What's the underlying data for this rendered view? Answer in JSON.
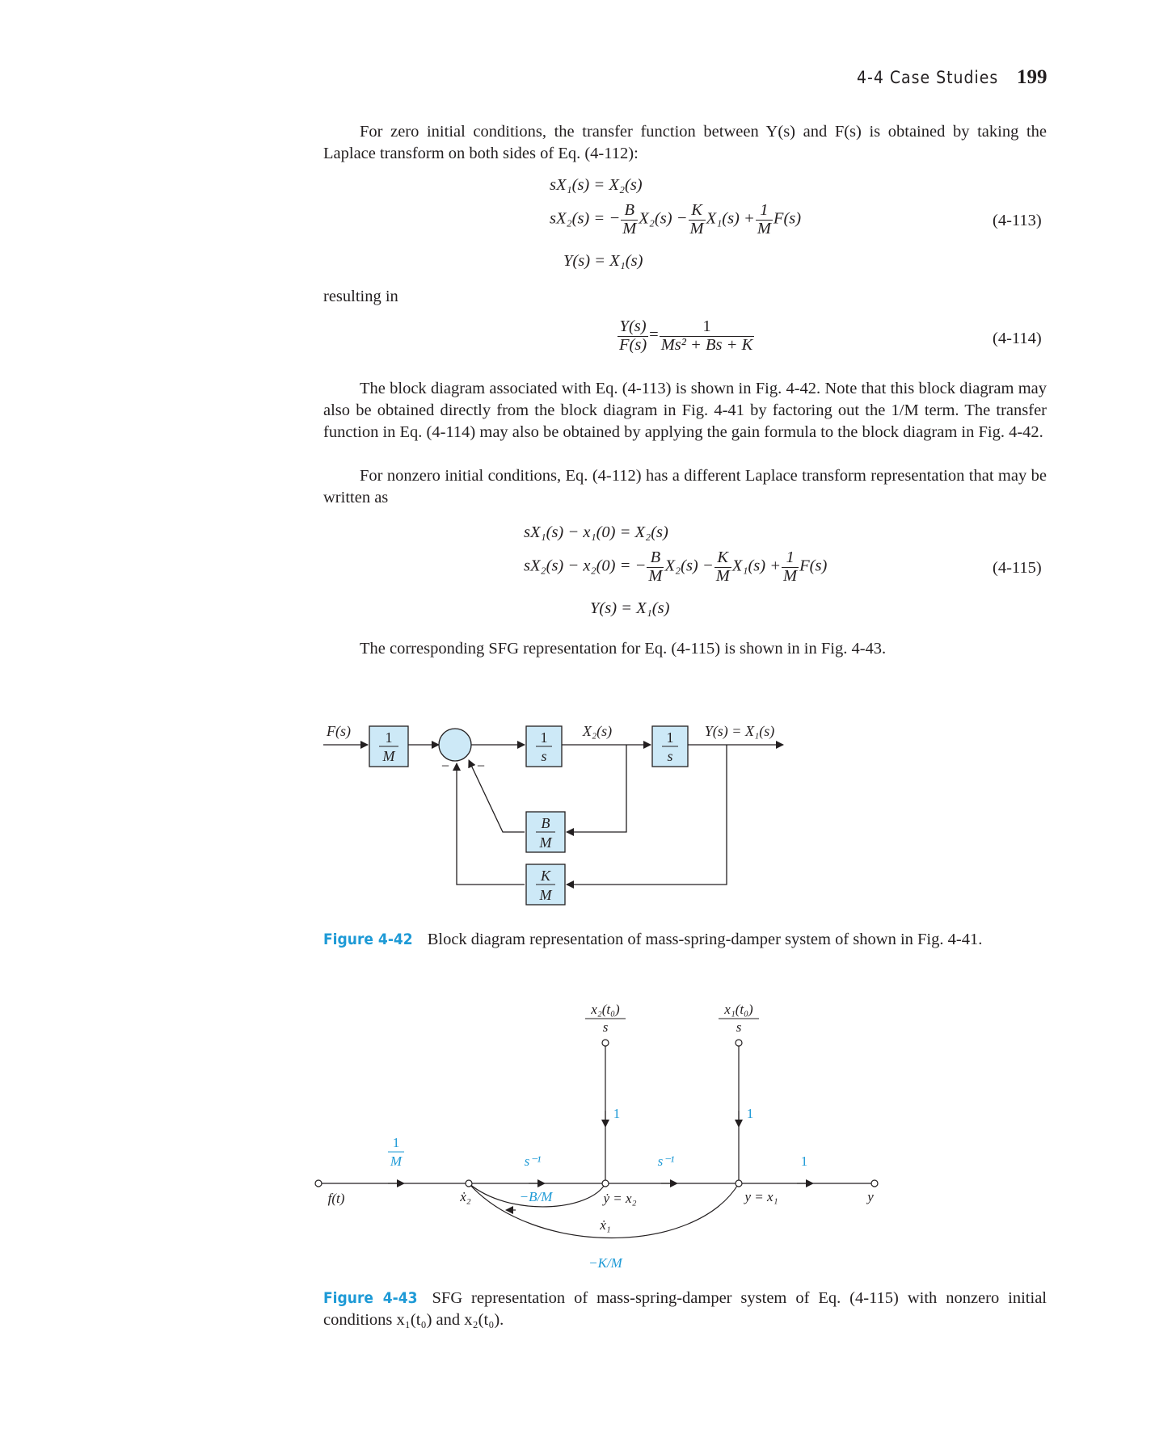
{
  "header": {
    "section": "4-4 Case Studies",
    "page_number": "199"
  },
  "para1": "For zero initial conditions, the transfer function between Y(s) and F(s) is obtained by taking the Laplace transform on both sides of Eq. (4-112):",
  "eq113": {
    "line1": "sX₁(s) = X₂(s)",
    "line2_lhs": "sX₂(s) = −",
    "B": "B",
    "M": "M",
    "K": "K",
    "one": "1",
    "t_x2": "X₂(s) −",
    "t_x1": "X₁(s) +",
    "t_f": "F(s)",
    "line3": "Y(s) = X₁(s)",
    "number": "(4-113)"
  },
  "resulting_in": "resulting in",
  "eq114": {
    "num": "Y(s)",
    "den": "F(s)",
    "eq": "=",
    "rnum": "1",
    "rden": "Ms² + Bs + K",
    "number": "(4-114)"
  },
  "para2": "The block diagram associated with Eq. (4-113) is shown in Fig. 4-42. Note that this block diagram may also be obtained directly from the block diagram in Fig. 4-41 by factoring out the 1/M term. The transfer function in Eq. (4-114) may also be obtained by applying the gain formula to the block diagram in Fig. 4-42.",
  "para3": "For nonzero initial conditions, Eq. (4-112) has a different Laplace transform representation that may be written as",
  "eq115": {
    "line1": "sX₁(s) − x₁(0) = X₂(s)",
    "line2_lhs": "sX₂(s) − x₂(0) = −",
    "line3": "Y(s) = X₁(s)",
    "number": "(4-115)"
  },
  "para4": "The corresponding SFG representation for Eq. (4-115) is shown in in Fig. 4-43.",
  "fig42": {
    "input": "F(s)",
    "gain_num": "1",
    "gain_den": "M",
    "int_num": "1",
    "int_den": "s",
    "x2": "X₂(s)",
    "output": "Y(s) = X₁(s)",
    "b_num": "B",
    "b_den": "M",
    "k_num": "K",
    "k_den": "M",
    "sign1": "−",
    "sign2": "−",
    "label": "Figure 4-42",
    "caption": "Block diagram representation of mass-spring-damper system of shown in Fig. 4-41.",
    "block_color": "#cde9f7"
  },
  "fig43": {
    "ic2_num": "x₂(t₀)",
    "ic2_den": "s",
    "ic1_num": "x₁(t₀)",
    "ic1_den": "s",
    "one": "1",
    "gain_num": "1",
    "gain_den": "M",
    "sinv": "s⁻¹",
    "ft": "f(t)",
    "x2dot": "ẋ₂",
    "bm": "−B/M",
    "ydot": "ẏ = x₂",
    "x1dot": "ẋ₁",
    "y_x1": "y = x₁",
    "y": "y",
    "km": "−K/M",
    "label": "Figure 4-43",
    "caption": "SFG representation of mass-spring-damper system of Eq. (4-115) with nonzero initial conditions x₁(t₀) and x₂(t₀).",
    "gain_color": "#1e9ad6"
  }
}
